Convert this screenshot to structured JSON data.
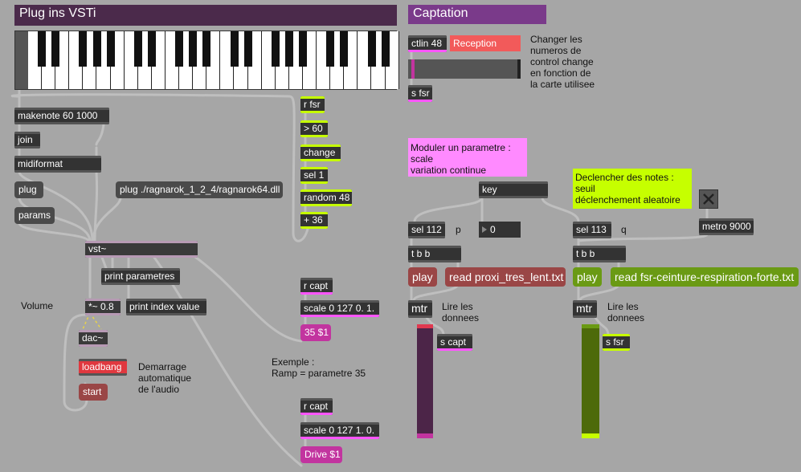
{
  "headers": {
    "plugins": "Plug ins VSTi",
    "captation": "Captation"
  },
  "objects": {
    "makenote": "makenote 60 1000",
    "join": "join",
    "midiformat": "midiformat",
    "plug": "plug",
    "plug_path": "plug ./ragnarok_1_2_4/ragnarok64.dll",
    "params": "params",
    "vst": "vst~",
    "print_params": "print parametres",
    "volume_op": "*~ 0.8",
    "print_index": "print index value",
    "dac": "dac~",
    "loadbang": "loadbang",
    "start": "start",
    "r_fsr": "r fsr",
    "gt60": "> 60",
    "change": "change",
    "sel1": "sel 1",
    "random48": "random 48",
    "plus36": "+ 36",
    "r_capt1": "r capt",
    "scale1": "scale 0 127 0. 1.",
    "ramp_msg": "35 $1",
    "r_capt2": "r capt",
    "scale2": "scale 0 127 1. 0.",
    "drive_msg": "Drive $1",
    "ctlin": "ctlin 48",
    "reception": "Reception",
    "s_fsr_top": "s fsr",
    "key": "key",
    "sel112": "sel 112",
    "p_label": "p",
    "number_zero": "0",
    "tbb1": "t b b",
    "play1": "play",
    "read1": "read proxi_tres_lent.txt",
    "mtr1": "mtr",
    "s_capt": "s capt",
    "sel113": "sel 113",
    "q_label": "q",
    "metro": "metro 9000",
    "tbb2": "t b b",
    "play2": "play",
    "read2": "read fsr-ceinture-respiration-forte.txt",
    "mtr2": "mtr",
    "s_fsr_bottom": "s fsr"
  },
  "comments": {
    "volume": "Volume",
    "demarrage": "Demarrage\nautomatique\nde l'audio",
    "exemple": "Exemple :\nRamp = parametre 35",
    "changer": "Changer les\nnumeros de\ncontrol change\nen fonction de\nla carte utilisee",
    "moduler": "Moduler un parametre :\nscale\nvariation continue",
    "declencher": "Declencher des notes :\nseuil\ndéclenchement aleatoire",
    "lire1": "Lire les\ndonnees",
    "lire2": "Lire les\ndonnees"
  },
  "colors": {
    "header_bg": "#4b2a4b",
    "pink_comment": "#ff8aff",
    "yellow_comment": "#c6ff00",
    "reception_bg": "#f25a5a",
    "loadbang_bg": "#e0383f",
    "msg_purple": "#c2349f",
    "msg_red": "#9a4646",
    "msg_green": "#6a9a14",
    "slider1": "#4c2548",
    "slider2": "#4d6a0a"
  }
}
